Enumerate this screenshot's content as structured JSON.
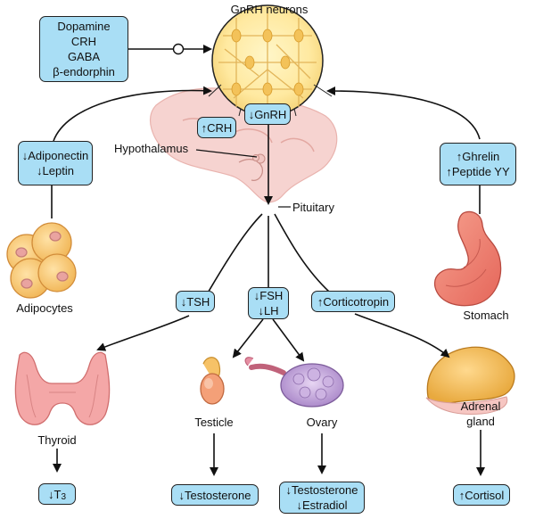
{
  "title": "GnRH neurons",
  "inhibitors": [
    "Dopamine",
    "CRH",
    "GABA",
    "β-endorphin"
  ],
  "labels": {
    "hypothalamus": "Hypothalamus",
    "pituitary": "Pituitary",
    "adipocytes": "Adipocytes",
    "stomach": "Stomach",
    "thyroid": "Thyroid",
    "testicle": "Testicle",
    "ovary": "Ovary",
    "adrenal": "Adrenal gland"
  },
  "boxes": {
    "crh": "↑CRH",
    "gnrh": "↓GnRH",
    "adipo": [
      "↓Adiponectin",
      "↓Leptin"
    ],
    "gut": [
      "↑Ghrelin",
      "↑Peptide YY"
    ],
    "tsh": "↓TSH",
    "gonadotropins": [
      "↓FSH",
      "↓LH"
    ],
    "corticotropin": "↑Corticotropin",
    "t3": "↓T",
    "t3_sub": "3",
    "testosterone": "↓Testosterone",
    "ovary_out": [
      "↓Testosterone",
      "↓Estradiol"
    ],
    "cortisol": "↑Cortisol"
  }
}
